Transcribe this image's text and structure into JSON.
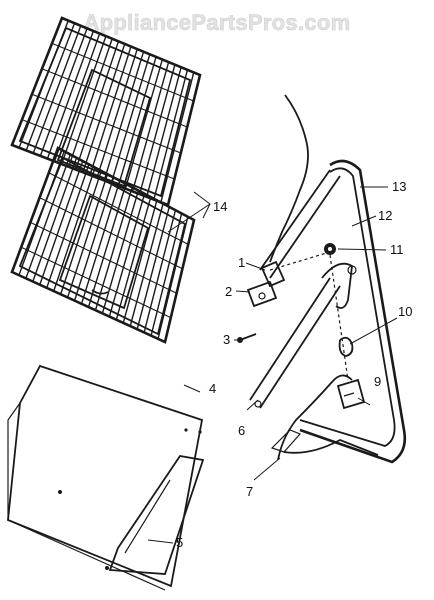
{
  "watermark": "AppliancePartsPros.com",
  "callouts": [
    "1",
    "2",
    "3",
    "4",
    "5",
    "6",
    "7",
    "9",
    "10",
    "11",
    "12",
    "13",
    "14"
  ],
  "colors": {
    "ink": "#1a1a1a",
    "watermark": "#e2e2e2",
    "background": "#ffffff"
  }
}
